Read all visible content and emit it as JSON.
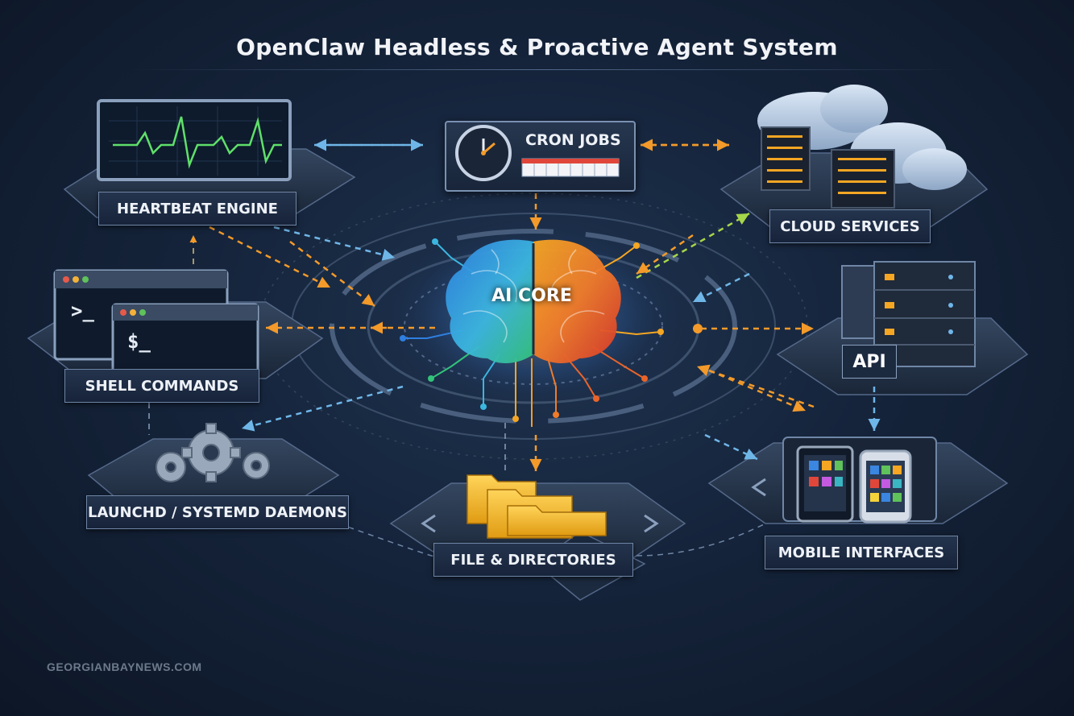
{
  "title": "OpenClaw Headless & Proactive Agent System",
  "core": {
    "label": "AI CORE"
  },
  "nodes": {
    "heartbeat": {
      "label": "HEARTBEAT ENGINE"
    },
    "cron": {
      "label": "CRON JOBS"
    },
    "cloud": {
      "label": "CLOUD SERVICES"
    },
    "shell": {
      "label": "SHELL COMMANDS",
      "prompt_1": ">_",
      "prompt_2": "$_"
    },
    "api": {
      "label": "API"
    },
    "daemons": {
      "label": "LAUNCHD / SYSTEMD DAEMONS"
    },
    "files": {
      "label": "FILE & DIRECTORIES"
    },
    "mobile": {
      "label": "MOBILE INTERFACES"
    }
  },
  "watermark": "GEORGIANBAYNEWS.COM",
  "colors": {
    "background": "#15243b",
    "arrow_orange": "#f39a2a",
    "arrow_blue": "#6fb6e8",
    "arrow_green": "#a6d64a",
    "pulse_green": "#5fe06a"
  }
}
